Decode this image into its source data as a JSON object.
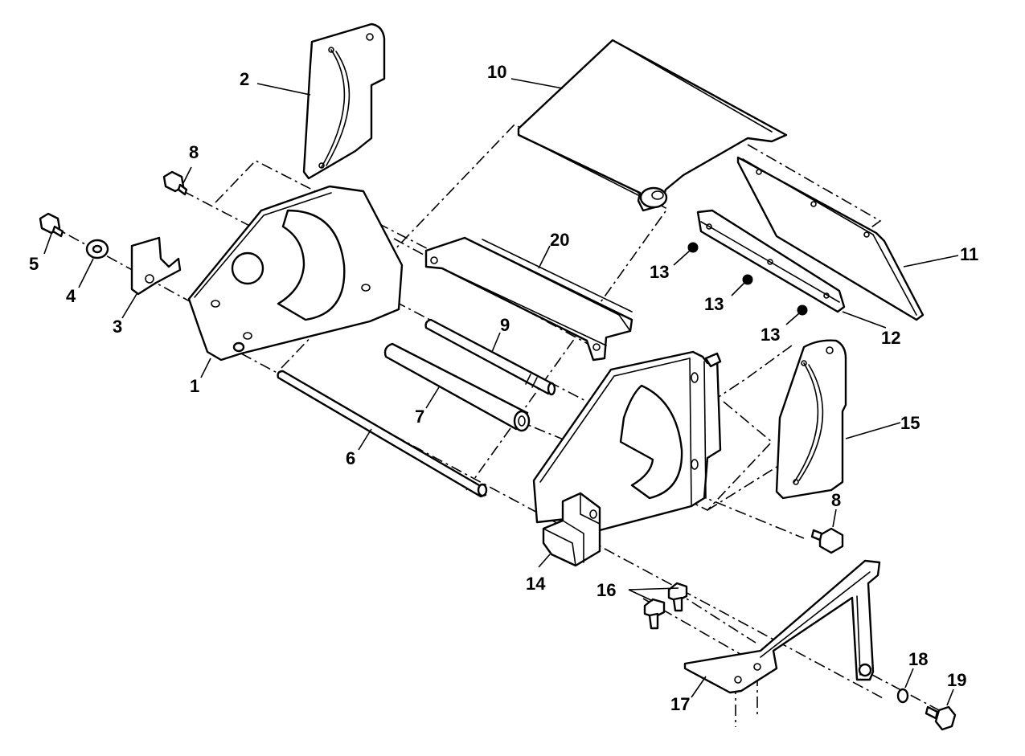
{
  "figure": {
    "type": "exploded-parts-diagram",
    "line_color": "#000000",
    "background_color": "#ffffff"
  },
  "callouts": [
    {
      "id": "c1",
      "label": "1"
    },
    {
      "id": "c2",
      "label": "2"
    },
    {
      "id": "c3",
      "label": "3"
    },
    {
      "id": "c4",
      "label": "4"
    },
    {
      "id": "c5",
      "label": "5"
    },
    {
      "id": "c6",
      "label": "6"
    },
    {
      "id": "c7",
      "label": "7"
    },
    {
      "id": "c8a",
      "label": "8"
    },
    {
      "id": "c8b",
      "label": "8"
    },
    {
      "id": "c9",
      "label": "9"
    },
    {
      "id": "c10",
      "label": "10"
    },
    {
      "id": "c11",
      "label": "11"
    },
    {
      "id": "c12",
      "label": "12"
    },
    {
      "id": "c13a",
      "label": "13"
    },
    {
      "id": "c13b",
      "label": "13"
    },
    {
      "id": "c13c",
      "label": "13"
    },
    {
      "id": "c14",
      "label": "14"
    },
    {
      "id": "c15",
      "label": "15"
    },
    {
      "id": "c16",
      "label": "16"
    },
    {
      "id": "c17",
      "label": "17"
    },
    {
      "id": "c18",
      "label": "18"
    },
    {
      "id": "c19",
      "label": "19"
    },
    {
      "id": "c20",
      "label": "20"
    }
  ]
}
